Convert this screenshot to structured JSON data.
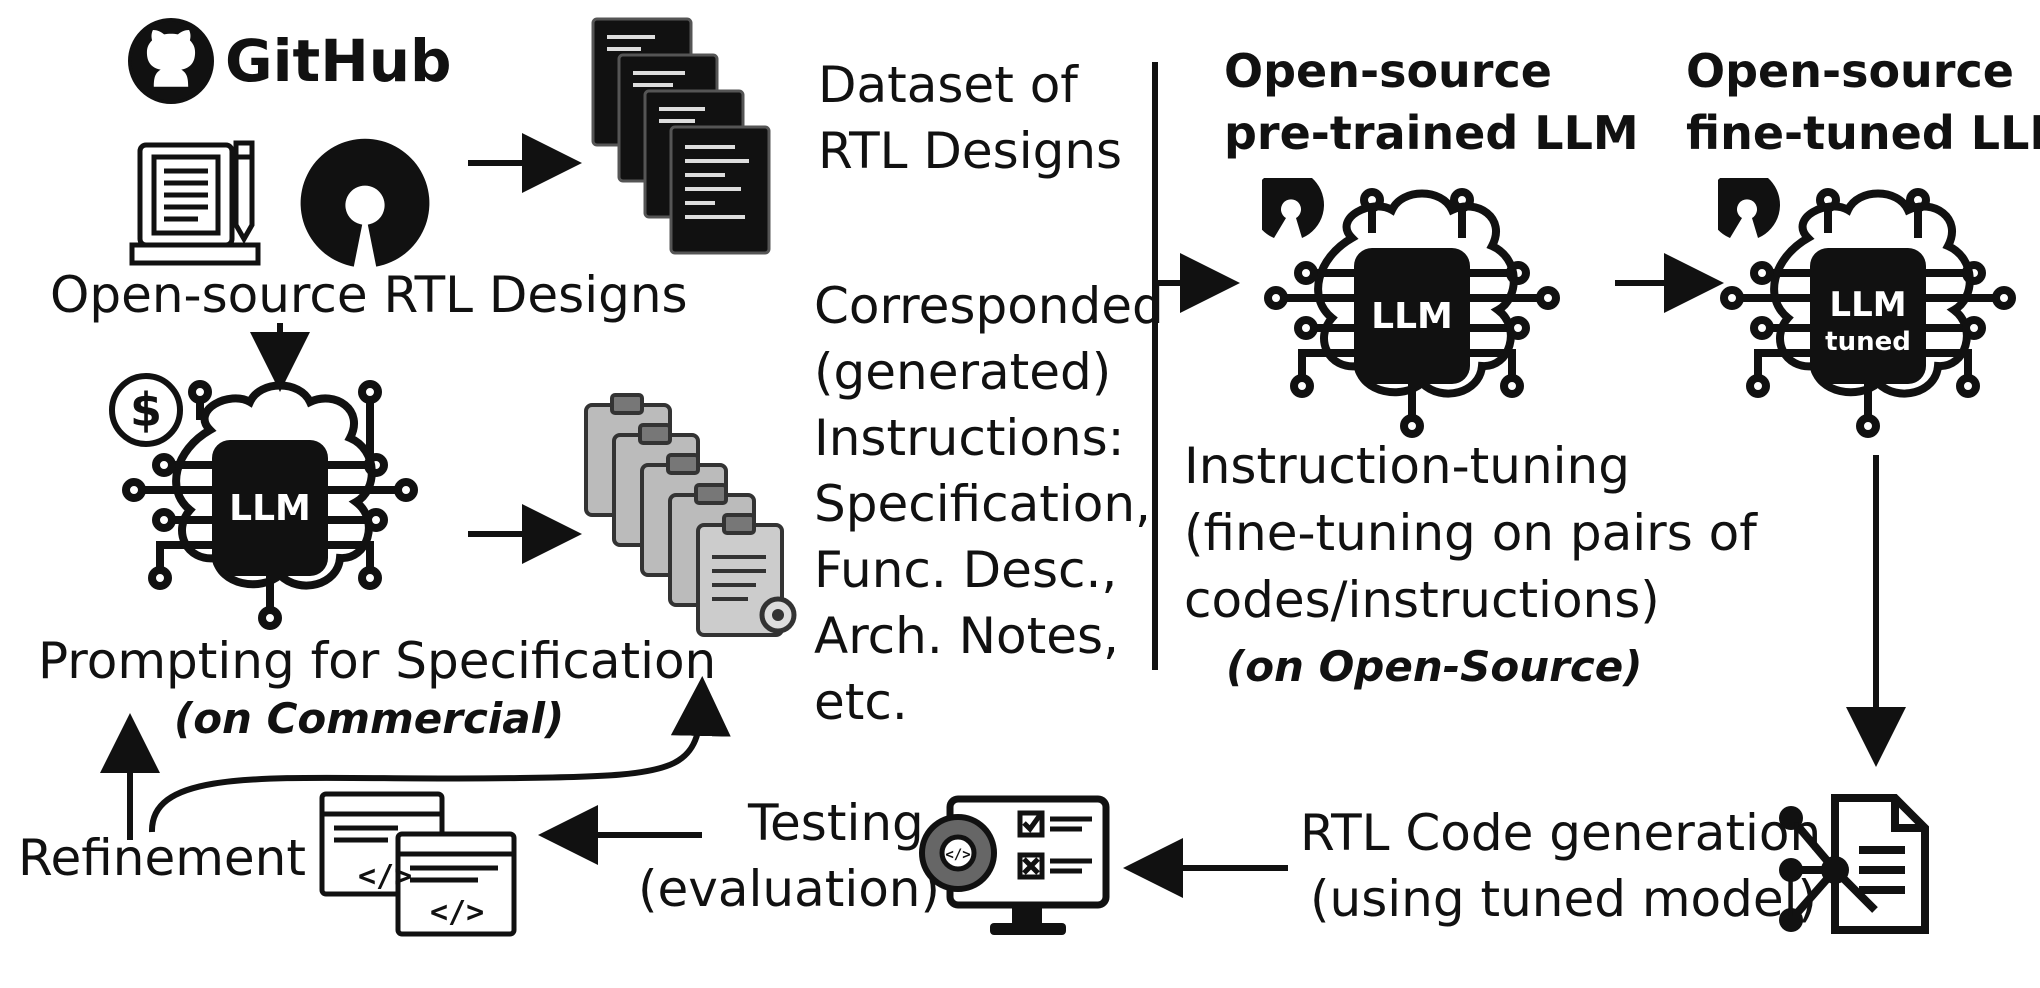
{
  "github": {
    "label": "GitHub"
  },
  "opensource_rtl": {
    "label": "Open-source RTL Designs"
  },
  "dataset": {
    "line1": "Dataset of",
    "line2": "RTL Designs"
  },
  "prompting": {
    "line1": "Prompting for Specification",
    "line2": "(on Commercial)"
  },
  "instructions": {
    "lines": [
      "Corresponded",
      "(generated)",
      "Instructions:",
      "Specification,",
      "Func. Desc.,",
      "Arch. Notes,",
      "etc."
    ]
  },
  "pretrained": {
    "line1": "Open-source",
    "line2": "pre-trained LLM"
  },
  "finetuned": {
    "line1": "Open-source",
    "line2": "fine-tuned LLM"
  },
  "instruction_tuning": {
    "line1": "Instruction-tuning",
    "line2": "(fine-tuning on pairs of",
    "line3": "codes/instructions)",
    "line4": "(on Open-Source)"
  },
  "llm_chip": {
    "label": "LLM",
    "tuned_label": "tuned"
  },
  "rtl_gen": {
    "line1": "RTL Code generation",
    "line2": "(using tuned model)"
  },
  "testing": {
    "line1": "Testing",
    "line2": "(evaluation)"
  },
  "refinement": {
    "label": "Refinement"
  },
  "icons": [
    "github-icon",
    "document-pen-icon",
    "opensource-icon",
    "code-pages-icon",
    "llm-brain-icon",
    "dollar-icon",
    "clipboard-stack-icon",
    "monitor-test-icon",
    "code-windows-icon",
    "network-document-icon"
  ]
}
